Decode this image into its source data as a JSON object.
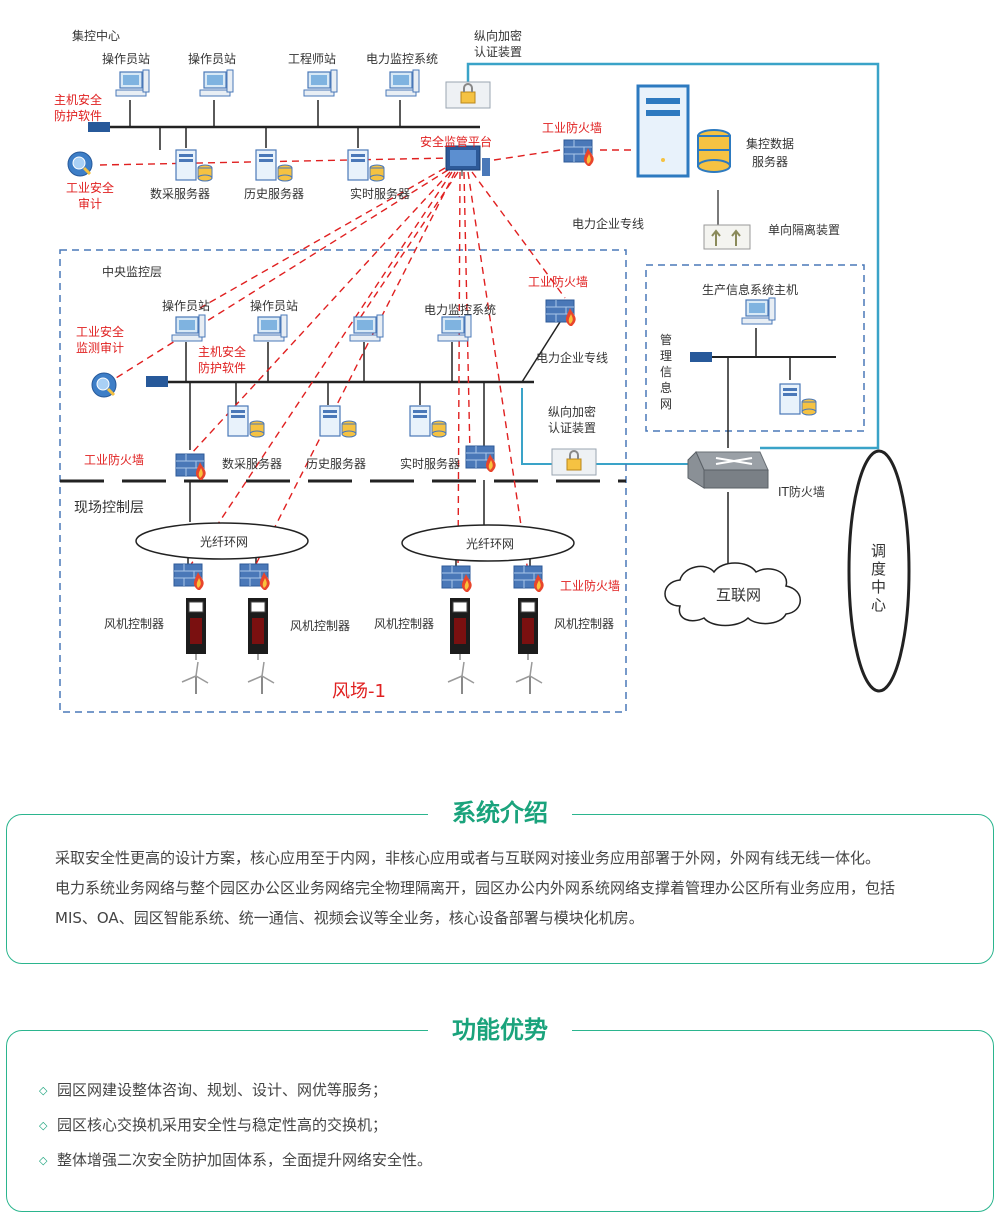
{
  "diagram": {
    "center_group": "集控中心",
    "center_stations": [
      "操作员站",
      "操作员站",
      "工程师站",
      "电力监控系统"
    ],
    "host_protect_top": [
      "主机安全",
      "防护软件"
    ],
    "audit_top": [
      "工业安全",
      "审计"
    ],
    "center_servers": [
      "数采服务器",
      "历史服务器",
      "实时服务器"
    ],
    "security_platform": "安全监管平台",
    "firewall_top": "工业防火墙",
    "vertical_auth_top": [
      "纵向加密",
      "认证装置"
    ],
    "data_server": [
      "集控数据",
      "服务器"
    ],
    "power_line_1": "电力企业专线",
    "isolation": "单向隔离装置",
    "mgmt_host": "生产信息系统主机",
    "mgmt_net": [
      "管",
      "理",
      "信",
      "息",
      "网"
    ],
    "central_layer": "中央监控层",
    "central_stations": [
      "操作员站",
      "操作员站",
      "电力监控系统"
    ],
    "monitor_audit": [
      "工业安全",
      "监测审计"
    ],
    "host_protect_mid": [
      "主机安全",
      "防护软件"
    ],
    "firewall_mid": "工业防火墙",
    "power_line_2": "电力企业专线",
    "vertical_auth_mid": [
      "纵向加密",
      "认证装置"
    ],
    "firewall_left": "工业防火墙",
    "central_servers": [
      "数采服务器",
      "历史服务器",
      "实时服务器"
    ],
    "it_firewall": "IT防火墙",
    "field_layer": "现场控制层",
    "fiber_ring": "光纤环网",
    "firewall_right": "工业防火墙",
    "turbine_controller": "风机控制器",
    "internet": "互联网",
    "wind_farm": "风场-1",
    "dispatch": [
      "调",
      "度",
      "中",
      "心"
    ]
  },
  "intro": {
    "title": "系统介绍",
    "paragraphs": [
      "采取安全性更高的设计方案，核心应用至于内网，非核心应用或者与互联网对接业务应用部署于外网，外网有线无线一体化。",
      "电力系统业务网络与整个园区办公区业务网络完全物理隔离开，园区办公内外网系统网络支撑着管理办公区所有业务应用，包括",
      "MIS、OA、园区智能系统、统一通信、视频会议等全业务，核心设备部署与模块化机房。"
    ]
  },
  "advantages": {
    "title": "功能优势",
    "bullet": "◇",
    "items": [
      "园区网建设整体咨询、规划、设计、网优等服务；",
      "园区核心交换机采用安全性与稳定性高的交换机；",
      "整体增强二次安全防护加固体系，全面提升网络安全性。"
    ]
  },
  "colors": {
    "accent_green": "#1aa37c",
    "panel_border": "#2bb58e",
    "dashed_red": "#e02020",
    "dashed_blue": "#4a78b8",
    "link_cyan": "#3aa3c8",
    "text_red": "#e02020"
  }
}
